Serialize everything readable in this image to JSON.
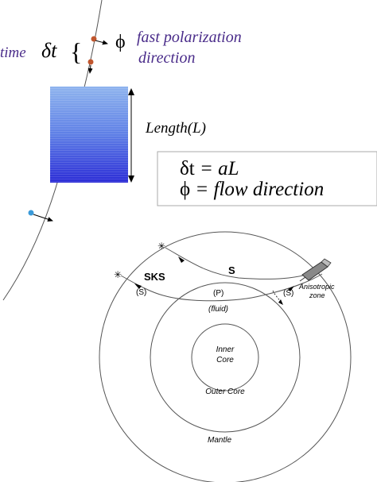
{
  "top_panel": {
    "time_label": "time",
    "delta_t_symbol": "δt",
    "brace": "{",
    "phi_symbol": "ϕ",
    "fast_pol_line1": "fast polarization",
    "fast_pol_line2": "direction",
    "length_label": "Length(L)",
    "box_line1_sym": "δt",
    "box_line1_rest": " = aL",
    "box_line2_sym": "ϕ",
    "box_line2_rest": " = flow direction"
  },
  "earth_panel": {
    "sks_label": "SKS",
    "sks_s_label": "(S)",
    "p_label": "(P)",
    "fluid_label": "(fluid)",
    "s_label": "S",
    "exit_s_label": "(S)",
    "anisotropic_line1": "Anisotropic",
    "anisotropic_line2": "zone",
    "inner_core_line1": "Inner",
    "inner_core_line2": "Core",
    "outer_core_label": "Outer Core",
    "mantle_label": "Mantle",
    "source_symbol": "✳"
  },
  "colors": {
    "purple_text": "#4a2c8a",
    "red_dot": "#c0562e",
    "blue_dot": "#3a9ad9",
    "block_dark": "#2b2cd6",
    "block_light": "#8fb4ee"
  }
}
